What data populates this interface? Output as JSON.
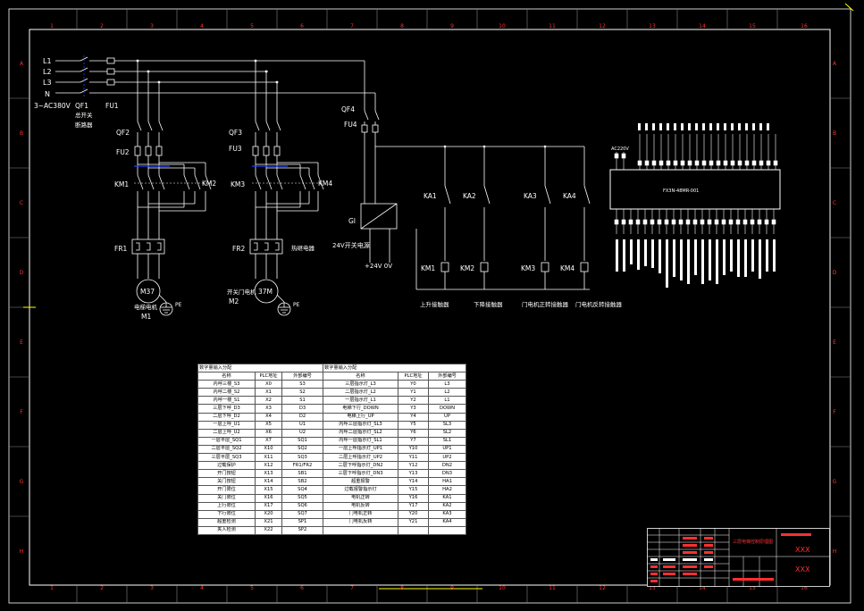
{
  "border": {
    "col_numbers": [
      "1",
      "2",
      "3",
      "4",
      "5",
      "6",
      "7",
      "8",
      "9",
      "10",
      "11",
      "12",
      "13",
      "14",
      "15",
      "16"
    ],
    "row_letters": [
      "A",
      "B",
      "C",
      "D",
      "E",
      "F",
      "G",
      "H"
    ]
  },
  "power": {
    "L1": "L1",
    "L2": "L2",
    "L3": "L3",
    "N": "N",
    "supply": "3~AC380V",
    "qf1": "QF1",
    "qf1_desc_1": "总开关",
    "qf1_desc_2": "断路器",
    "fu1": "FU1",
    "qf4": "QF4",
    "fu4": "FU4",
    "gi": "GI",
    "psu_label": "24V开关电源",
    "psu_out": "+24V  0V"
  },
  "motor1": {
    "qf": "QF2",
    "fu": "FU2",
    "km_left": "KM1",
    "km_right": "KM2",
    "fr": "FR1",
    "motor": "M37",
    "name": "电梯电机",
    "tag": "M1",
    "pe": "PE"
  },
  "motor2": {
    "qf": "QF3",
    "fu": "FU3",
    "km_left": "KM3",
    "km_right": "KM4",
    "fr": "FR2",
    "fr_note": "热继电器",
    "motor": "37M",
    "name": "开关门电机",
    "tag": "M2",
    "pe": "PE"
  },
  "relays": {
    "ka": [
      "KA1",
      "KA2",
      "KA3",
      "KA4"
    ],
    "km": [
      "KM1",
      "KM2",
      "KM3",
      "KM4"
    ],
    "captions": [
      "上升接触器",
      "下降接触器",
      "门电机正转接触器",
      "门电机反转接触器"
    ]
  },
  "plc": {
    "model": "FX3N-48MR-001",
    "supply": "AC220V"
  },
  "io_table": {
    "title_in": "数字量输入分配",
    "title_out": "数字量输入分配",
    "headers": [
      "名称",
      "PLC地址",
      "外部编号",
      "名称",
      "PLC地址",
      "外部编号"
    ],
    "rows": [
      [
        "内呼三楼_S3",
        "X0",
        "S3",
        "三层指示灯_L3",
        "Y0",
        "L3"
      ],
      [
        "内呼二楼_S2",
        "X1",
        "S2",
        "二层指示灯_L2",
        "Y1",
        "L2"
      ],
      [
        "内呼一楼_S1",
        "X2",
        "S1",
        "一层指示灯_L1",
        "Y2",
        "L1"
      ],
      [
        "三层下呼_D3",
        "X3",
        "D3",
        "电梯下行_DOWN",
        "Y3",
        "DOWN"
      ],
      [
        "二层下呼_D2",
        "X4",
        "D2",
        "电梯上行_UP",
        "Y4",
        "UP"
      ],
      [
        "一层上呼_U1",
        "X5",
        "U1",
        "内呼三层指示灯_SL3",
        "Y5",
        "SL3"
      ],
      [
        "二层上呼_U2",
        "X6",
        "U2",
        "内呼二层指示灯_SL2",
        "Y6",
        "SL2"
      ],
      [
        "一层平层_SQ1",
        "X7",
        "SQ1",
        "内呼一层指示灯_SL1",
        "Y7",
        "SL1"
      ],
      [
        "二层平层_SQ2",
        "X10",
        "SQ2",
        "一层上呼指示灯_UP1",
        "Y10",
        "UP1"
      ],
      [
        "三层平层_SQ3",
        "X11",
        "SQ3",
        "二层上呼指示灯_UP2",
        "Y11",
        "UP2"
      ],
      [
        "过载保护",
        "X12",
        "FR1/FR2",
        "二层下呼指示灯_DN2",
        "Y12",
        "DN2"
      ],
      [
        "开门按钮",
        "X13",
        "SB1",
        "三层下呼指示灯_DN3",
        "Y13",
        "DN3"
      ],
      [
        "关门按钮",
        "X14",
        "SB2",
        "超重报警",
        "Y14",
        "HA1"
      ],
      [
        "开门限位",
        "X15",
        "SQ4",
        "过载报警指示灯",
        "Y15",
        "HA2"
      ],
      [
        "关门限位",
        "X16",
        "SQ5",
        "电机正转",
        "Y16",
        "KA1"
      ],
      [
        "上行限位",
        "X17",
        "SQ6",
        "电机反转",
        "Y17",
        "KA2"
      ],
      [
        "下行限位",
        "X20",
        "SQ7",
        "门电机正转",
        "Y20",
        "KA3"
      ],
      [
        "超重检测",
        "X21",
        "SP1",
        "门电机反转",
        "Y21",
        "KA4"
      ],
      [
        "夹人检测",
        "X22",
        "SP2",
        "",
        "",
        ""
      ]
    ]
  },
  "title_block": {
    "title": "三层电梯控制原理图",
    "xxx_1": "XXX",
    "xxx_2": "XXX"
  },
  "colors": {
    "background": "#000000",
    "line": "#ffffff",
    "accent_red": "#ff3030",
    "accent_blue": "#2040ff",
    "border_grey": "#b0b0b0"
  }
}
